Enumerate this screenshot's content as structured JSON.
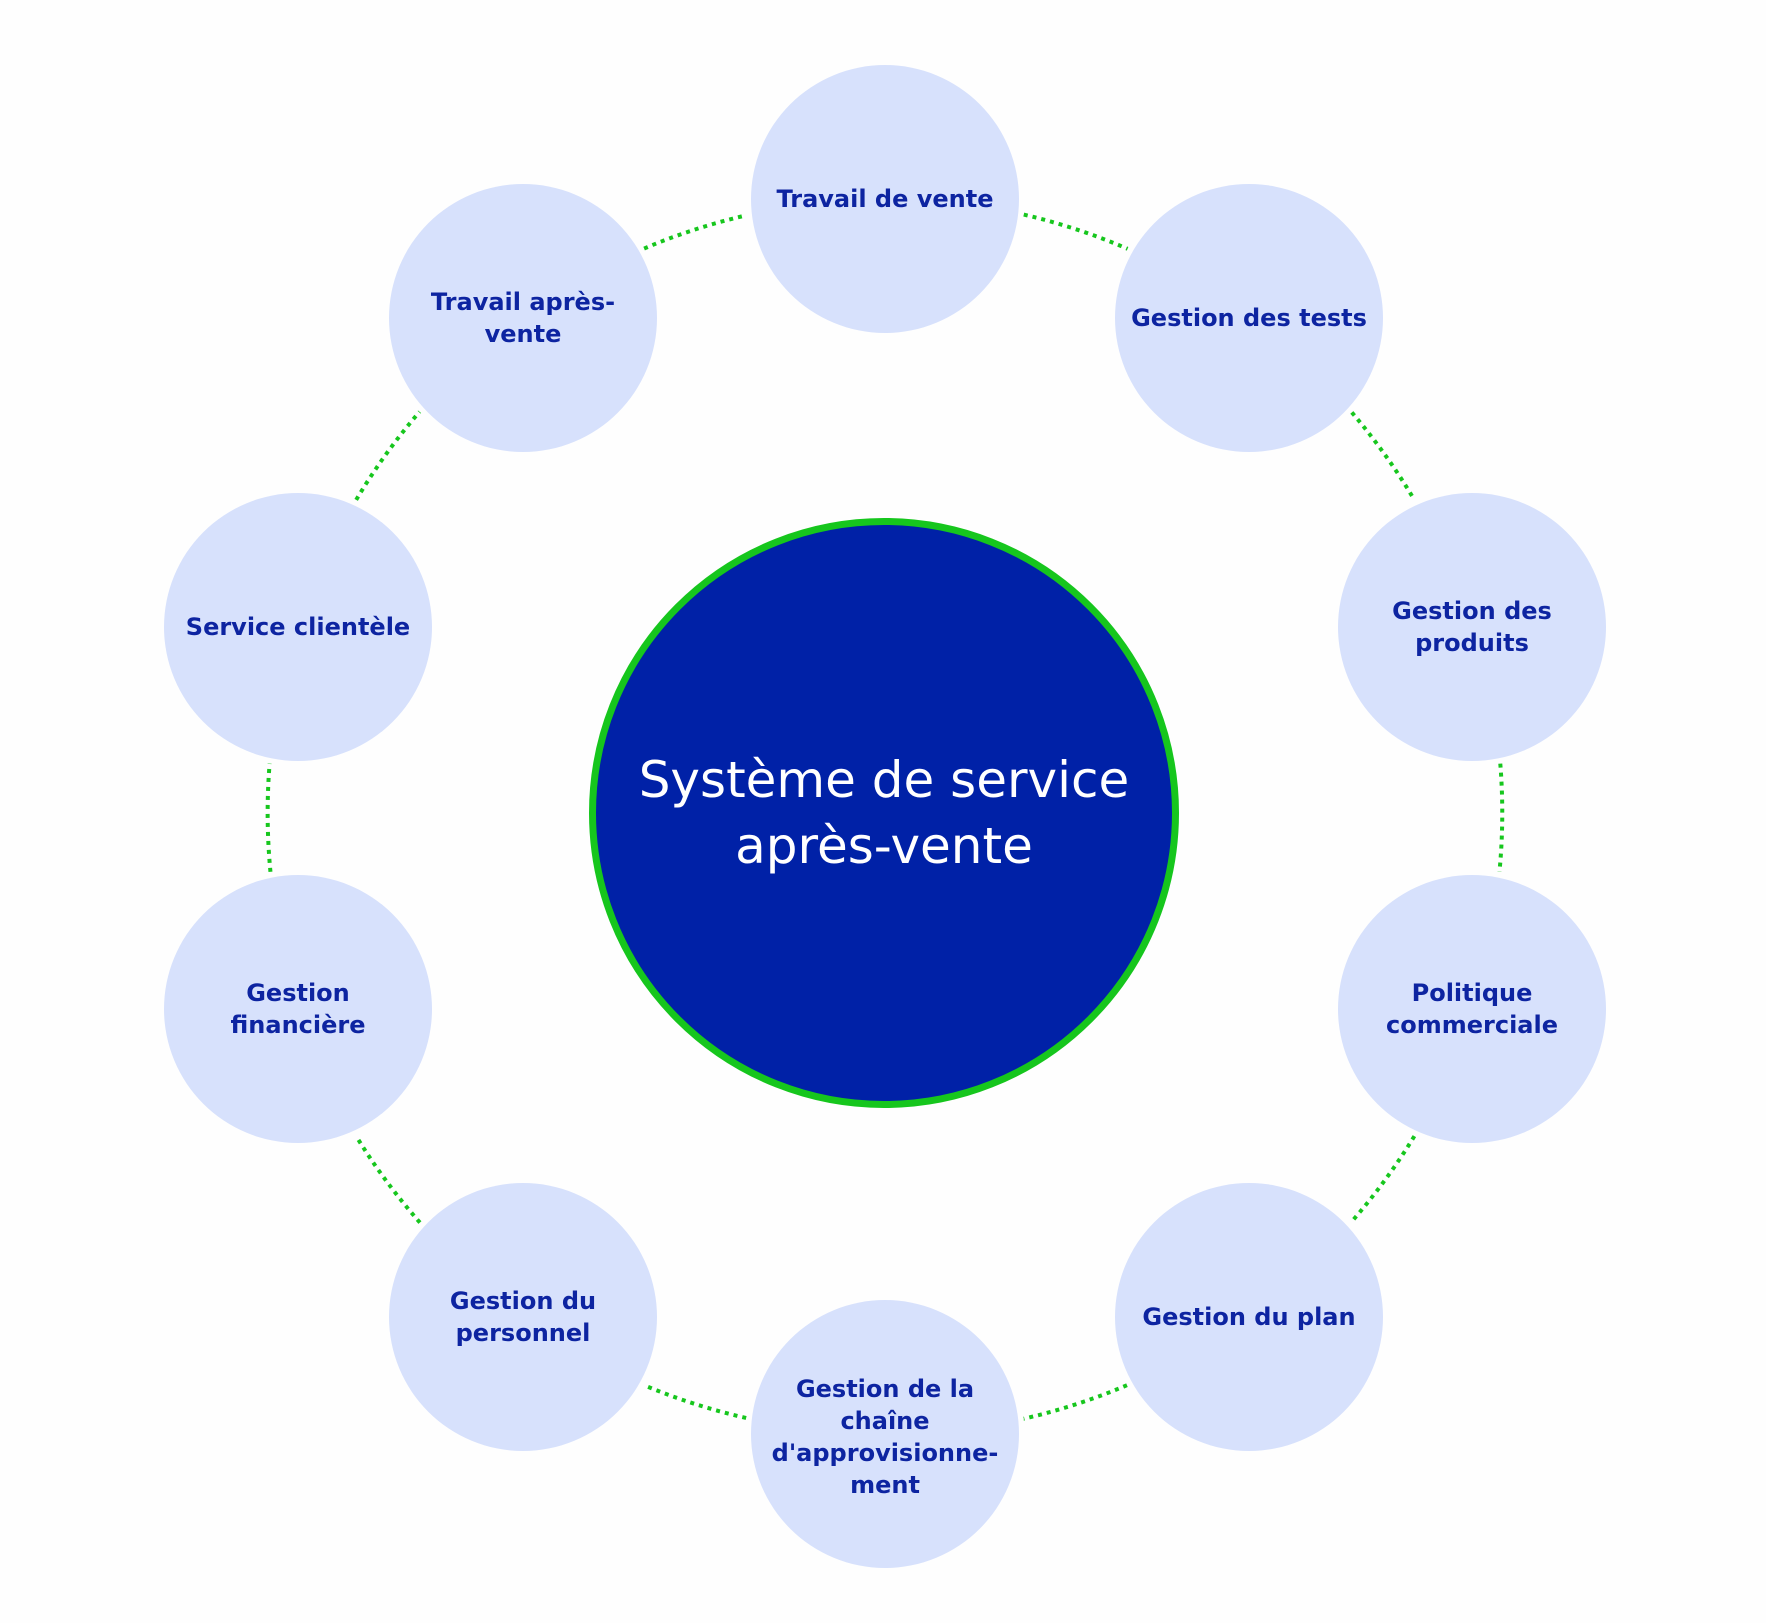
{
  "diagram": {
    "center": {
      "label": "Système de service après-vente",
      "fill_color": "#0021a7",
      "border_color": "#16c61d"
    },
    "node_fill_color": "#d7e1fc",
    "node_text_color": "#0d24a1",
    "connector_color": "#16c61d",
    "connector_style": "dotted",
    "nodes": [
      {
        "label": "Travail de vente"
      },
      {
        "label": "Gestion des tests"
      },
      {
        "label": "Gestion des produits"
      },
      {
        "label": "Politique commerciale"
      },
      {
        "label": "Gestion du plan"
      },
      {
        "label": "Gestion de la chaîne d'approvisionne-ment"
      },
      {
        "label": "Gestion du personnel"
      },
      {
        "label": "Gestion financière"
      },
      {
        "label": "Service clientèle"
      },
      {
        "label": "Travail après-vente"
      }
    ]
  }
}
